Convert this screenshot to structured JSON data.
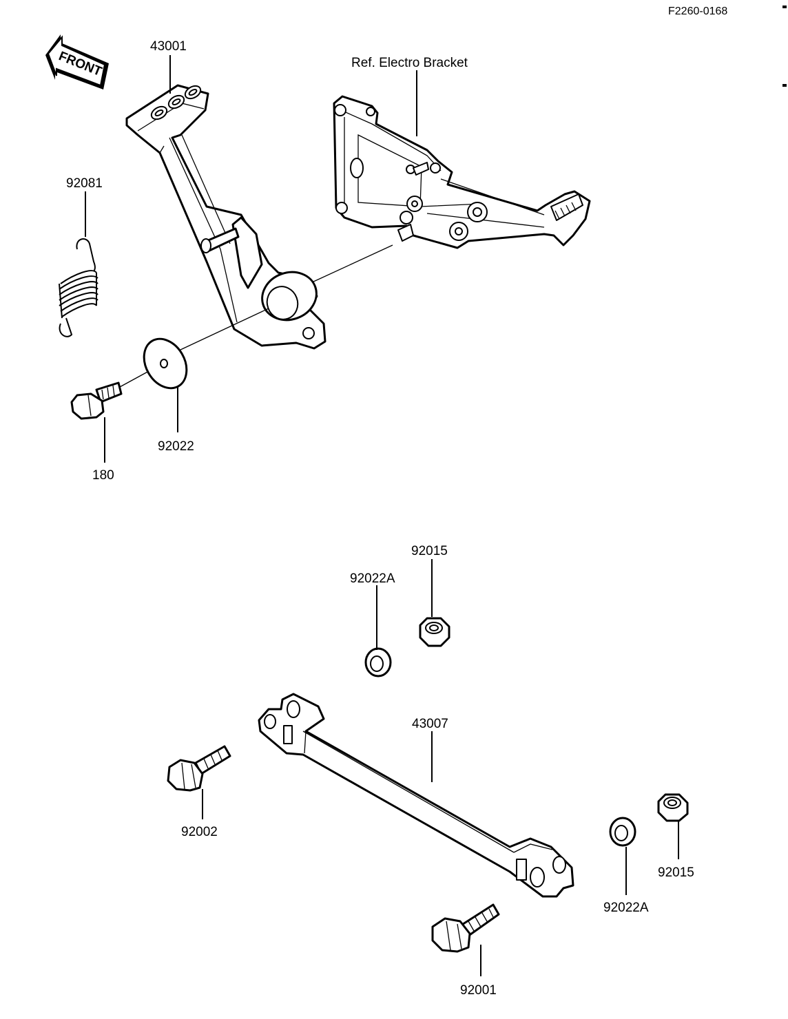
{
  "diagram_code": "F2260-0168",
  "front_arrow_label": "FRONT",
  "ref_label": "Ref. Electro  Bracket",
  "parts": {
    "brake_pedal": "43001",
    "return_spring": "92081",
    "washer": "92022",
    "bolt_pivot": "180",
    "collar_top": "92022A",
    "nut_top": "92015",
    "rod": "43007",
    "bolt_left": "92002",
    "collar_right": "92022A",
    "nut_right": "92015",
    "bolt_bottom": "92001"
  }
}
